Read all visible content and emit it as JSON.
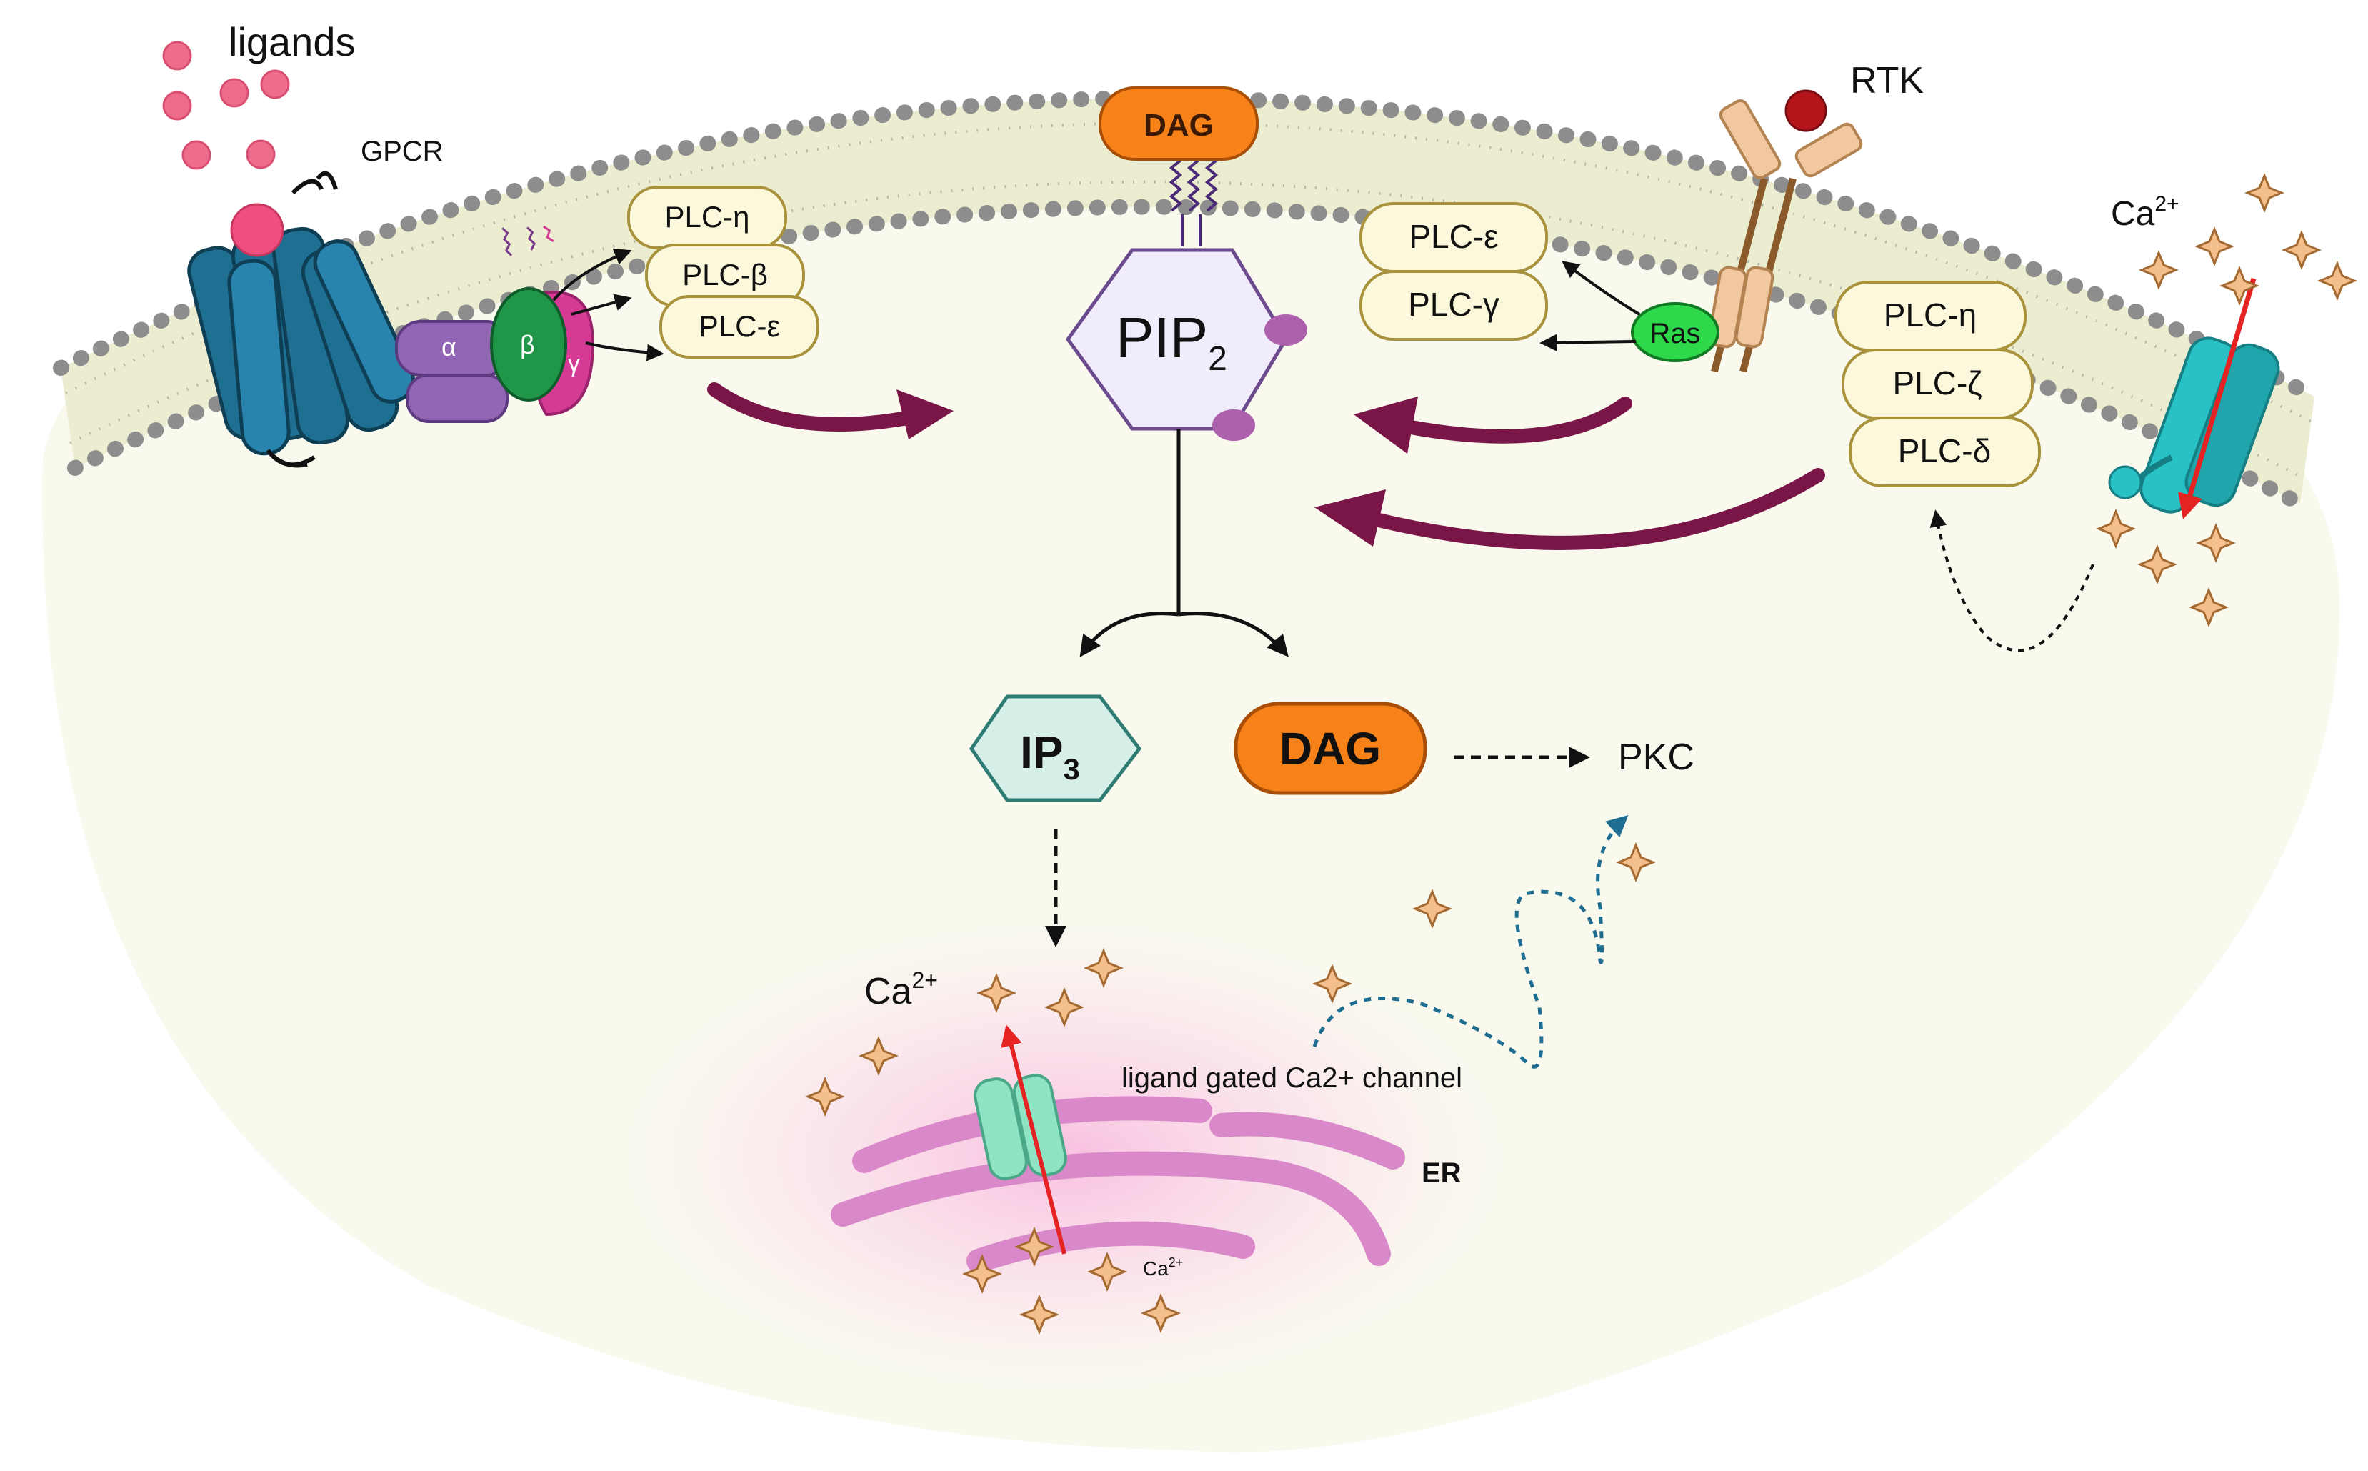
{
  "labels": {
    "ligands": "ligands",
    "gpcr": "GPCR",
    "rtk": "RTK",
    "ca_outside": "Ca",
    "ca_outside_sup": "2+",
    "alpha": "α",
    "beta": "β",
    "gamma": "γ",
    "ras": "Ras",
    "dag_membrane": "DAG",
    "pip2": "PIP",
    "pip2_sub": "2",
    "ip3": "IP",
    "ip3_sub": "3",
    "dag": "DAG",
    "pkc": "PKC",
    "ca_cyto": "Ca",
    "ca_cyto_sup": "2+",
    "channel": "ligand gated Ca2+ channel",
    "er": "ER",
    "ca_er": "Ca",
    "ca_er_sup": "2+"
  },
  "plc_gpcr": [
    "PLC-η",
    "PLC-β",
    "PLC-ε"
  ],
  "plc_rtk": [
    "PLC-ε",
    "PLC-γ"
  ],
  "plc_ca": [
    "PLC-η",
    "PLC-ζ",
    "PLC-δ"
  ],
  "colors": {
    "membrane_fill": "#ecedd0",
    "head": "#8d8d8d",
    "cytoplasm": "#f9f9ee",
    "gpcr": "#1f6f93",
    "g_alpha": "#9266b4",
    "g_beta": "#1f9648",
    "g_gamma": "#d53a95",
    "plc_fill": "#fbf8dc",
    "plc_stroke": "#a9923c",
    "maroon": "#7a1548",
    "dag_orange": "#f7821a",
    "ip3_fill": "#d6efe8",
    "ip3_stroke": "#2f7c74",
    "ras_green": "#2fd84a",
    "rtk": "#f2c8a0",
    "ca_star": "#f3c08d",
    "er_pink": "#d989c9",
    "channel_teal": "#28c1c6",
    "er_channel": "#8fe4c4",
    "ca_arrow": "#e52323",
    "wave": "#1f6d91"
  }
}
